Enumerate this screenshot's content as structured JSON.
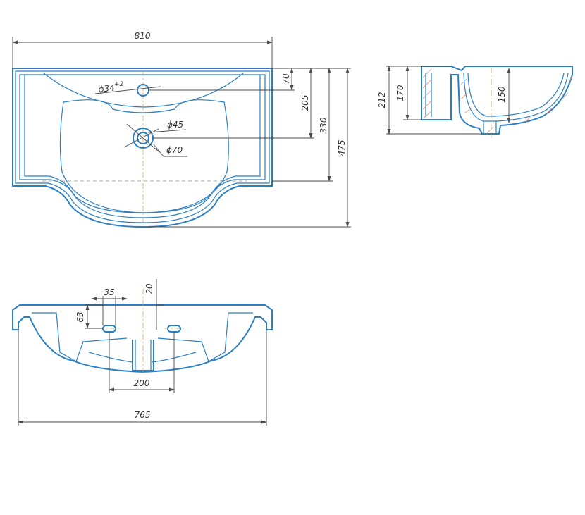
{
  "dimensions": {
    "width_top": "810",
    "tap_hole_diameter": "ϕ34",
    "tap_hole_tolerance": "+2",
    "tap_hole_offset": "70",
    "drain_offset": "205",
    "bowl_depth": "330",
    "total_depth": "475",
    "drain_diameter_inner": "ϕ45",
    "drain_diameter_outer": "ϕ70",
    "total_height": "212",
    "rim_height": "170",
    "bowl_height": "150",
    "slot_width": "35",
    "slot_top_offset": "20",
    "slot_height": "63",
    "slot_spacing": "200",
    "width_bottom": "765"
  },
  "colors": {
    "outline": "#2a7fc4",
    "dimension": "#4a4a4a",
    "centerline": "#c9a86a",
    "section_hatch": "#e08a6a"
  }
}
